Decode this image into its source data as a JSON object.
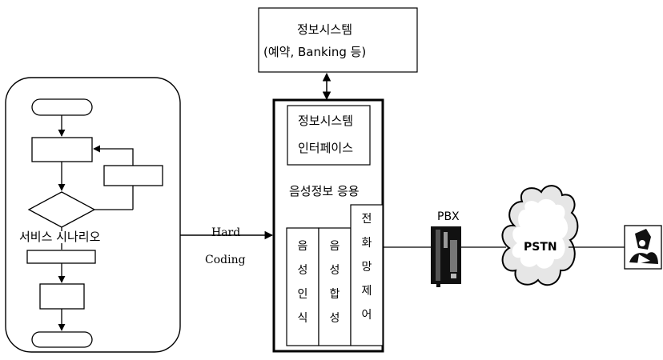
{
  "info_system": {
    "title": "정보시스템",
    "subtitle": "(예약, Banking 등)"
  },
  "scenario": {
    "label": "서비스 시나리오"
  },
  "hard_coding": {
    "line1": "Hard",
    "line2": "Coding"
  },
  "server": {
    "interface_line1": "정보시스템",
    "interface_line2": "인터페이스",
    "app_label": "음성정보 응용",
    "col_recognition": [
      "음",
      "성",
      "인",
      "식"
    ],
    "col_synthesis": [
      "음",
      "성",
      "합",
      "성"
    ],
    "col_network": [
      "전",
      "화",
      "망",
      "제",
      "어"
    ]
  },
  "pbx": {
    "label": "PBX"
  },
  "pstn": {
    "label": "PSTN"
  },
  "user": {
    "icon": "caller-person-icon"
  }
}
